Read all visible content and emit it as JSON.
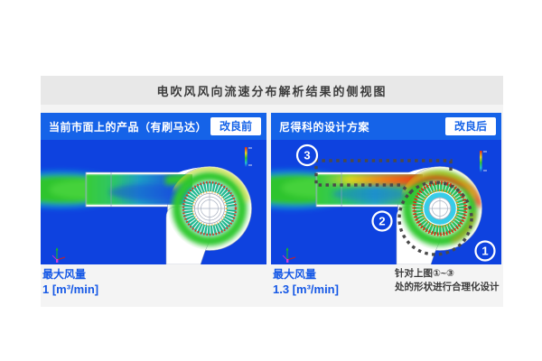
{
  "title": "电吹风风向流速分布解析结果的侧视图",
  "panels": {
    "left": {
      "header": "当前市面上的产品（有刷马达）",
      "badge": "改良前",
      "caption": {
        "label": "最大风量",
        "value": "1 [m³/min]"
      }
    },
    "right": {
      "header": "尼得科的设计方案",
      "badge": "改良后",
      "caption": {
        "label": "最大风量",
        "value": "1.3 [m³/min]"
      },
      "markers": [
        "1",
        "2",
        "3"
      ],
      "note": {
        "line1": "针对上图①~③",
        "line2": "处的形状进行合理化设计"
      }
    }
  },
  "colors": {
    "header_blue": "#1563e8",
    "cfd_background_blue": "#0e42df",
    "caption_blue": "#1558e6",
    "title_bar_gray": "#e8e8e8",
    "flow_green": "#2fc42f",
    "flow_hot_red": "#e83c10",
    "annotation_dash_gray": "#4a4a4a"
  }
}
